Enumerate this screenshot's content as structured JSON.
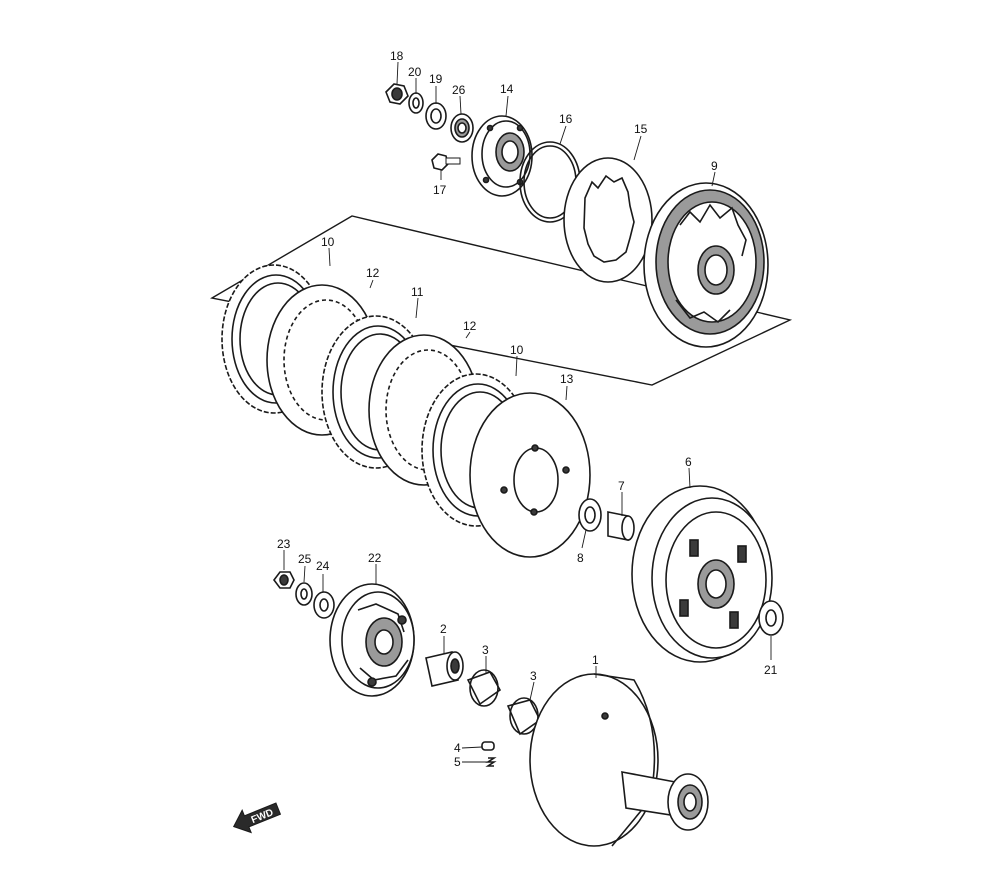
{
  "diagram": {
    "labels": {
      "p1": "1",
      "p2": "2",
      "p3a": "3",
      "p3b": "3",
      "p4": "4",
      "p5": "5",
      "p6": "6",
      "p7": "7",
      "p8": "8",
      "p9": "9",
      "p10a": "10",
      "p10b": "10",
      "p11": "11",
      "p12a": "12",
      "p12b": "12",
      "p13": "13",
      "p14": "14",
      "p15": "15",
      "p16": "16",
      "p17": "17",
      "p18": "18",
      "p19": "19",
      "p20": "20",
      "p21": "21",
      "p22": "22",
      "p23": "23",
      "p24": "24",
      "p25": "25",
      "p26": "26"
    },
    "fwd_arrow": "FWD"
  },
  "colors": {
    "line": "#1a1a1a",
    "background": "#ffffff"
  }
}
